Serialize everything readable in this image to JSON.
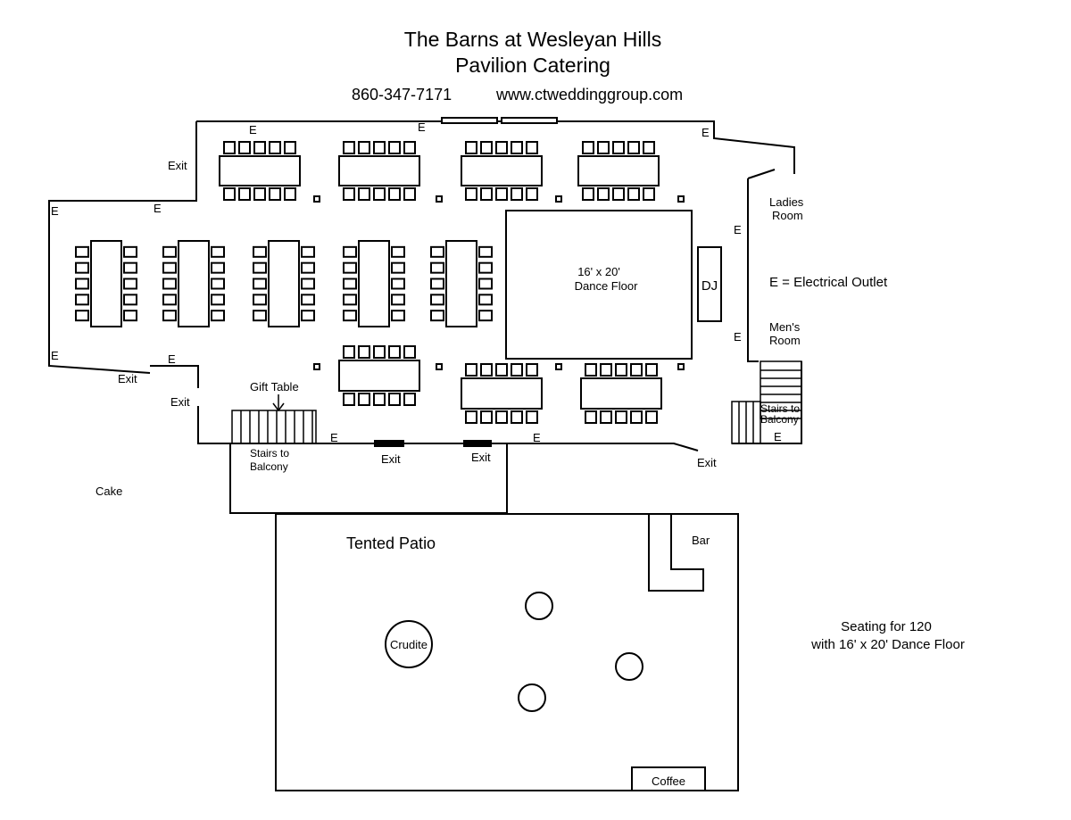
{
  "header": {
    "title_line1": "The Barns at Wesleyan Hills",
    "title_line2": "Pavilion Catering",
    "phone": "860-347-7171",
    "website": "www.ctweddinggroup.com"
  },
  "labels": {
    "outlet": "E",
    "exit": "Exit",
    "dance_floor_line1": "16' x 20'",
    "dance_floor_line2": "Dance Floor",
    "dj": "DJ",
    "ladies_line1": "Ladies",
    "ladies_line2": "Room",
    "mens_line1": "Men's",
    "mens_line2": "Room",
    "legend": "E = Electrical Outlet",
    "gift_table": "Gift Table",
    "stairs_line1": "Stairs to",
    "stairs_line2": "Balcony",
    "cake": "Cake",
    "tented_patio": "Tented Patio",
    "bar": "Bar",
    "crudite": "Crudite",
    "coffee": "Coffee",
    "seating_line1": "Seating for 120",
    "seating_line2": "with 16' x 20' Dance Floor"
  },
  "colors": {
    "line": "#000000",
    "background": "#ffffff"
  }
}
